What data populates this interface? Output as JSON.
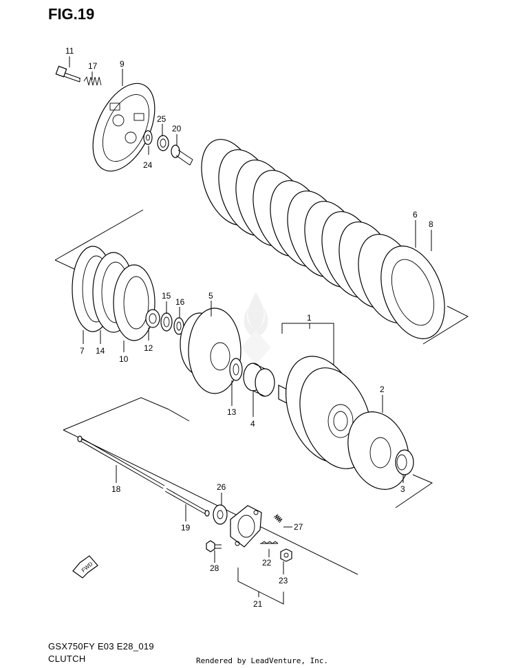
{
  "figure": {
    "title": "FIG.19",
    "model_code": "GSX750FY E03 E28_019",
    "section_name": "CLUTCH",
    "credit": "Rendered by LeadVenture, Inc.",
    "fwd_label": "FWD"
  },
  "callouts": [
    {
      "id": "c11",
      "label": "11"
    },
    {
      "id": "c17",
      "label": "17"
    },
    {
      "id": "c9",
      "label": "9"
    },
    {
      "id": "c25",
      "label": "25"
    },
    {
      "id": "c20",
      "label": "20"
    },
    {
      "id": "c24",
      "label": "24"
    },
    {
      "id": "c6",
      "label": "6"
    },
    {
      "id": "c8",
      "label": "8"
    },
    {
      "id": "c15",
      "label": "15"
    },
    {
      "id": "c16",
      "label": "16"
    },
    {
      "id": "c5",
      "label": "5"
    },
    {
      "id": "c1",
      "label": "1"
    },
    {
      "id": "c7",
      "label": "7"
    },
    {
      "id": "c14",
      "label": "14"
    },
    {
      "id": "c10",
      "label": "10"
    },
    {
      "id": "c12",
      "label": "12"
    },
    {
      "id": "c13",
      "label": "13"
    },
    {
      "id": "c4",
      "label": "4"
    },
    {
      "id": "c2",
      "label": "2"
    },
    {
      "id": "c3",
      "label": "3"
    },
    {
      "id": "c18",
      "label": "18"
    },
    {
      "id": "c26",
      "label": "26"
    },
    {
      "id": "c19",
      "label": "19"
    },
    {
      "id": "c27",
      "label": "27"
    },
    {
      "id": "c22",
      "label": "22"
    },
    {
      "id": "c28",
      "label": "28"
    },
    {
      "id": "c23",
      "label": "23"
    },
    {
      "id": "c21",
      "label": "21"
    }
  ],
  "style": {
    "line_color": "#000000",
    "background": "#ffffff",
    "watermark_color": "#e6e6e6"
  }
}
